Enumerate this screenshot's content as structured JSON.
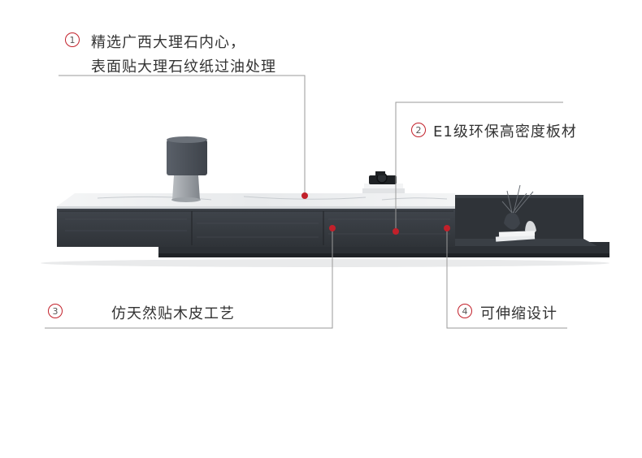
{
  "callouts": [
    {
      "num": "1",
      "lines": [
        "精选广西大理石内心，",
        "表面贴大理石纹纸过油处理"
      ]
    },
    {
      "num": "2",
      "lines": [
        "E1级环保高密度板材"
      ]
    },
    {
      "num": "3",
      "lines": [
        "仿天然贴木皮工艺"
      ]
    },
    {
      "num": "4",
      "lines": [
        "可伸缩设计"
      ]
    }
  ],
  "colors": {
    "accent": "#c2202a",
    "cabinet": "#3a3e44",
    "marble": "#eef0f1",
    "line": "#9a9a9a"
  }
}
